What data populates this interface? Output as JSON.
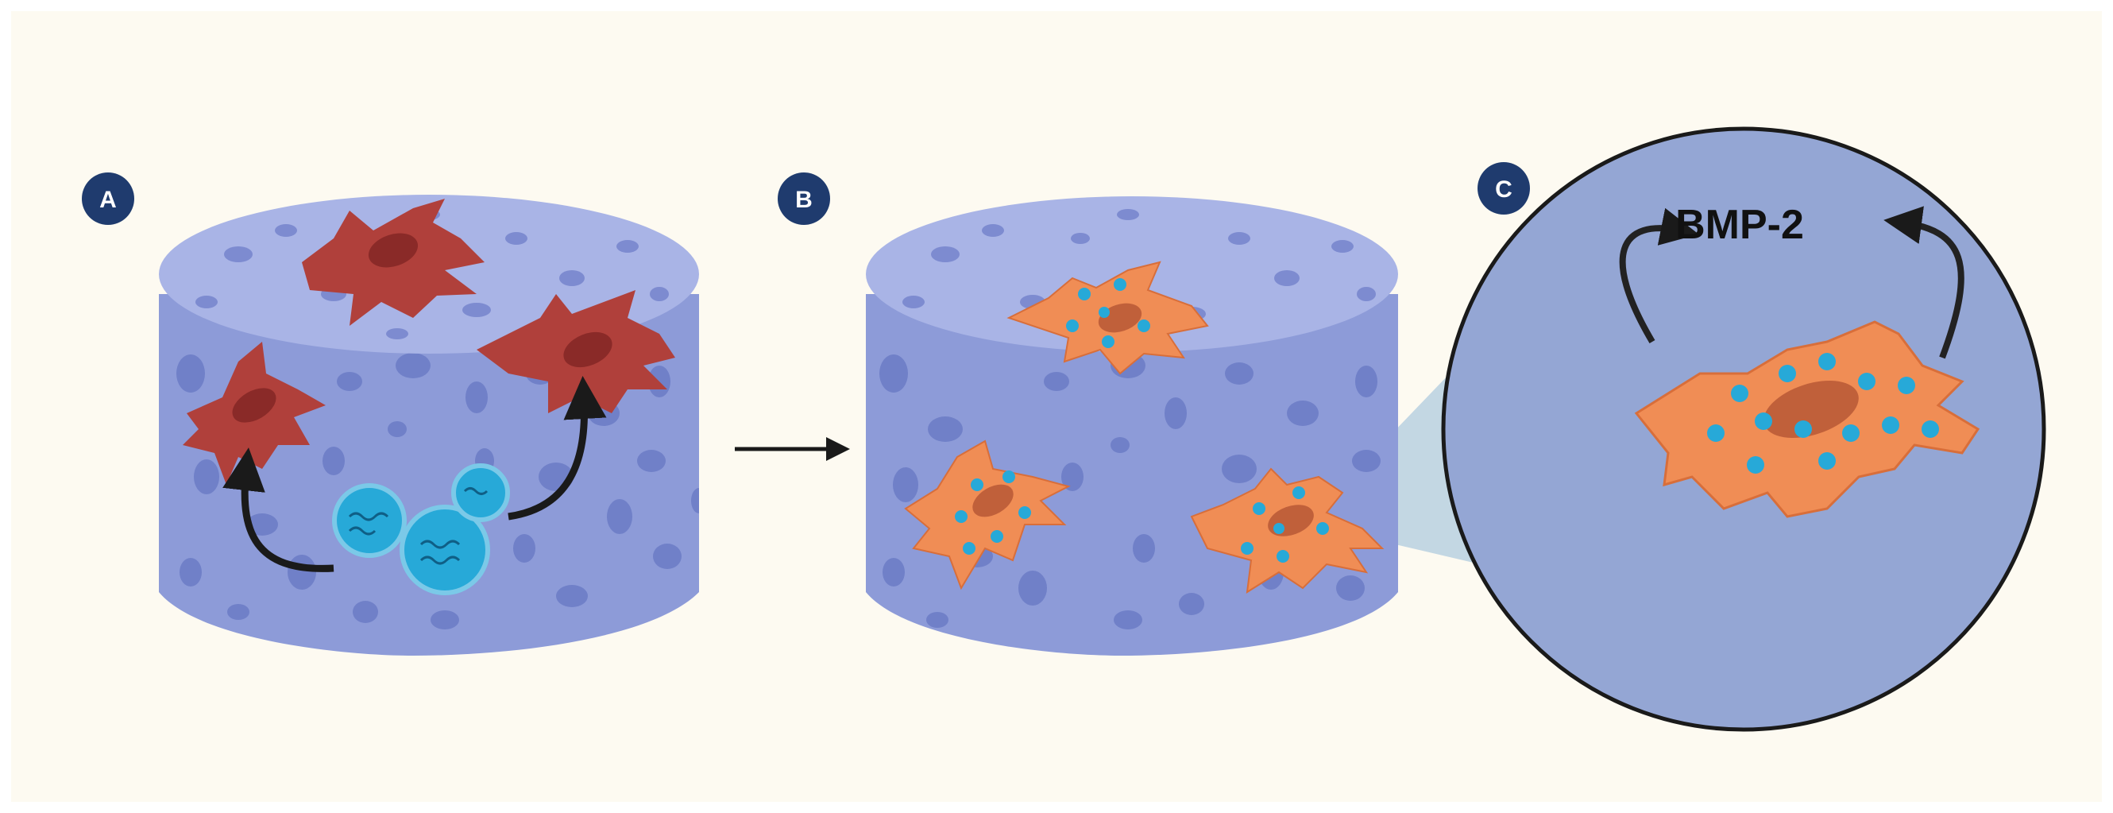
{
  "panels": [
    {
      "id": "a",
      "badge": "A"
    },
    {
      "id": "b",
      "badge": "B"
    },
    {
      "id": "c",
      "badge": "C"
    }
  ],
  "zoom_label": "BMP-2",
  "colors": {
    "background": "#fdfaf1",
    "badge_fill": "#1f3b6e",
    "scaffold_side": "#8d9bd8",
    "scaffold_top": "#a9b4e6",
    "scaffold_pore": "#7080c8",
    "cell_red": "#b0403b",
    "cell_red_nucleus": "#8a2a28",
    "cell_orange": "#f08d55",
    "cell_orange_nucleus": "#c0603a",
    "particle": "#27a9d8",
    "zoom_circle": "#94a6d4",
    "zoom_beam": "#b8d0e0"
  },
  "icons": [
    "pore-icon",
    "cell-icon",
    "nanoparticle-icon",
    "arrow-icon"
  ]
}
